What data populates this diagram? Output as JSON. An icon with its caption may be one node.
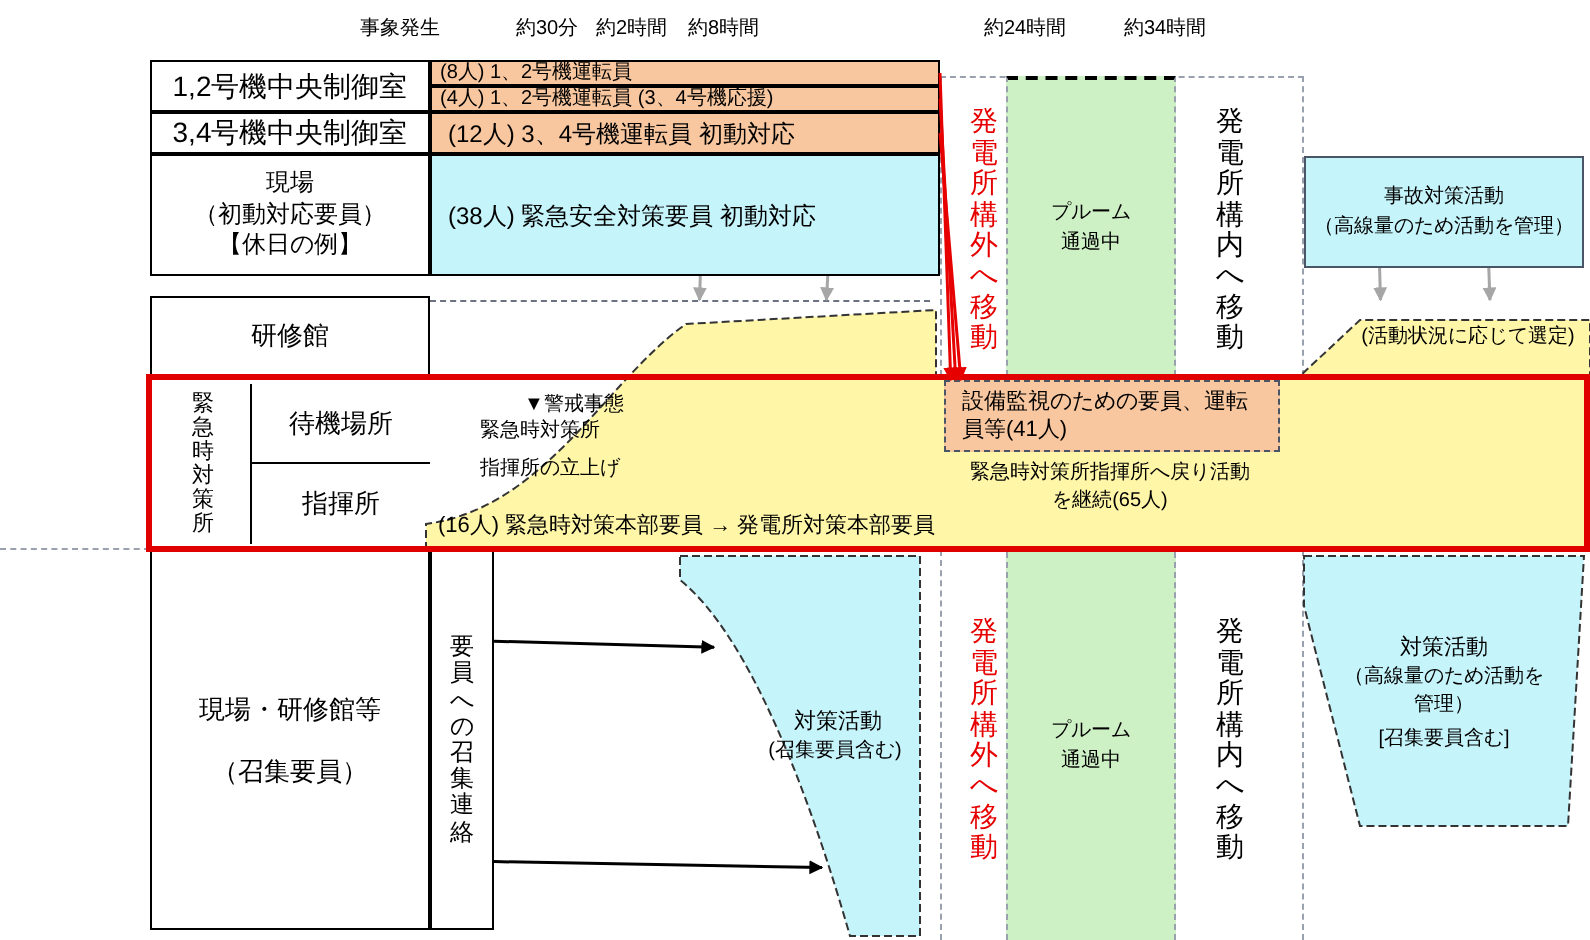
{
  "diagram": {
    "nodes": [
      {
        "text": [
          "1,2号機中央制御室"
        ]
      },
      {
        "text": [
          "3,4号機中央制御室"
        ]
      },
      {
        "text": [
          "現場",
          "（初動対応要員）",
          "【休日の例】"
        ]
      },
      {
        "text": [
          "研修館"
        ]
      },
      {
        "text": [
          "緊急時対策所"
        ]
      },
      {
        "text": [
          "待機場所"
        ]
      },
      {
        "text": [
          "指揮所"
        ]
      },
      {
        "text": [
          "現場・研修館等",
          "（召集要員）"
        ]
      },
      {
        "text": [
          "要員への召集連絡"
        ]
      },
      {
        "text": [
          "(8人) 1、2号機運転員"
        ]
      },
      {
        "text": [
          "(4人) 1、2号機運転員 (3、4号機応援)"
        ]
      },
      {
        "text": [
          "(12人) 3、4号機運転員 初動対応"
        ]
      },
      {
        "text": [
          "(38人) 緊急安全対策要員 初動対応"
        ]
      },
      {
        "text": [
          "発電所構外へ移動"
        ]
      },
      {
        "text": [
          "プルーム",
          "通過中"
        ]
      },
      {
        "text": [
          "発電所構内へ移動"
        ]
      },
      {
        "text": [
          "事故対策活動",
          "（高線量のため活動を管理）"
        ]
      },
      {
        "text": [
          "(活動状況に応じて選定)",
          "緊急時対策所指揮所へ戻り活動を継続(65人)"
        ]
      },
      {
        "text": [
          "設備監視のための要員、運転員等(41人)"
        ],
        "in": 17
      },
      {
        "text": [
          "(16人) 緊急時対策本部要員 → 発電所対策本部要員"
        ],
        "in": 17
      },
      {
        "text": [
          "対策活動",
          "(召集要員含む)"
        ]
      },
      {
        "text": [
          "発電所構外へ移動"
        ]
      },
      {
        "text": [
          "プルーム",
          "通過中"
        ]
      },
      {
        "text": [
          "発電所構内へ移動"
        ]
      },
      {
        "text": [
          "対策活動",
          "（高線量のため活動を管理）",
          "[召集要員含む]"
        ]
      }
    ],
    "edges": [
      {
        "from": 9,
        "to": 18,
        "arrow": "to",
        "color": "#e60000"
      },
      {
        "from": 10,
        "to": 18,
        "arrow": "to",
        "color": "#e60000"
      },
      {
        "from": 11,
        "to": 18,
        "arrow": "to",
        "color": "#e60000"
      },
      {
        "from": 12,
        "to": 17,
        "arrow": "to",
        "color": "#a6a6a6"
      },
      {
        "from": 12,
        "to": 17,
        "arrow": "to",
        "color": "#a6a6a6"
      },
      {
        "from": 16,
        "to": 17,
        "arrow": "to",
        "color": "#a6a6a6"
      },
      {
        "from": 16,
        "to": 17,
        "arrow": "to",
        "color": "#a6a6a6"
      },
      {
        "from": 8,
        "to": 20,
        "arrow": "to",
        "color": "#000000"
      },
      {
        "from": 8,
        "to": 20,
        "arrow": "to",
        "color": "#000000"
      }
    ],
    "labels": [
      "事象発生",
      "約30分",
      "約2時間",
      "約8時間",
      "約24時間",
      "約34時間",
      "▼警戒事態",
      "緊急時対策所",
      "指揮所の立上げ"
    ]
  }
}
